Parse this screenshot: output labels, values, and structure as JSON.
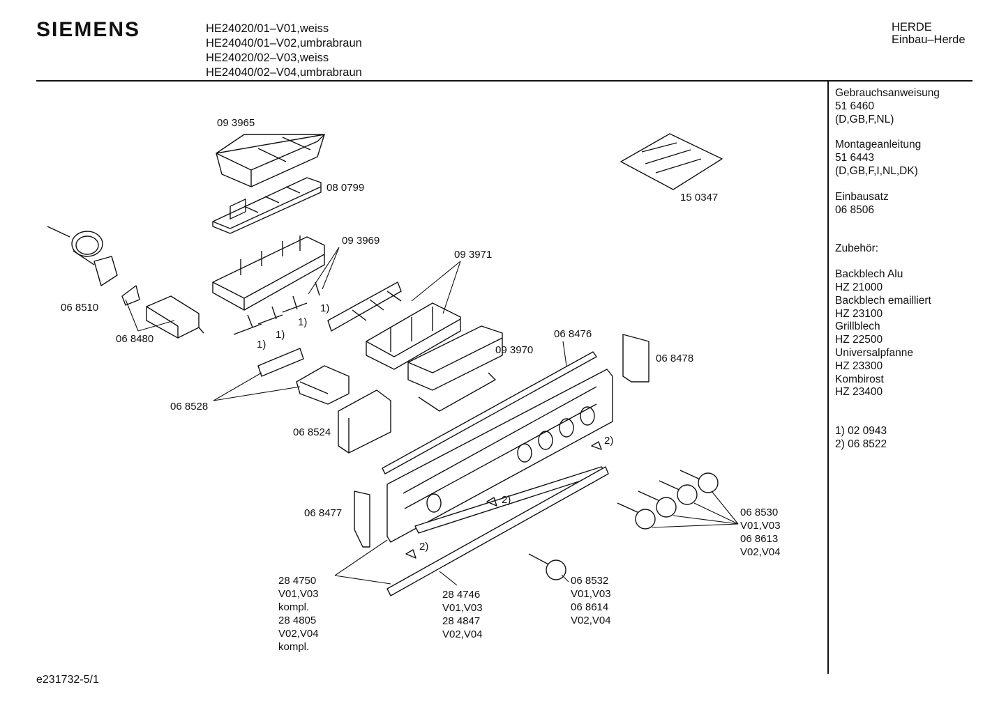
{
  "header": {
    "brand": "SIEMENS",
    "models": [
      "HE24020/01–V01,weiss",
      "HE24040/01–V02,umbrabraun",
      "HE24020/02–V03,weiss",
      "HE24040/02–V04,umbrabraun"
    ],
    "category_line1": "HERDE",
    "category_line2": "Einbau–Herde"
  },
  "sidebar": {
    "manual_title": "Gebrauchsanweisung",
    "manual_number": "51 6460",
    "manual_langs": "(D,GB,F,NL)",
    "mounting_title": "Montageanleitung",
    "mounting_number": "51 6443",
    "mounting_langs": "(D,GB,F,I,NL,DK)",
    "kit_title": "Einbausatz",
    "kit_number": "06 8506",
    "accessories_title": "Zubehör:",
    "accessories": [
      "Backblech Alu",
      "HZ 21000",
      "Backblech emailliert",
      "HZ 23100",
      "Grillblech",
      "HZ 22500",
      "Universalpfanne",
      "HZ 23300",
      "Kombirost",
      "HZ 23400"
    ],
    "footnotes": [
      "1)  02 0943",
      "2)  06 8522"
    ]
  },
  "part_labels": {
    "p093965": "09 3965",
    "p080799": "08 0799",
    "p150347": "15 0347",
    "p093969": "09 3969",
    "p093971": "09 3971",
    "p068510": "06 8510",
    "p068480": "06 8480",
    "p068476": "06 8476",
    "p093970": "09 3970",
    "p068478": "06 8478",
    "p068528": "06 8528",
    "p068524": "06 8524",
    "p068477": "06 8477",
    "knobs_group": [
      "06 8530",
      "V01,V03",
      "06 8613",
      "V02,V04"
    ],
    "single_knob": [
      "06 8532",
      "V01,V03",
      "06 8614",
      "V02,V04"
    ],
    "panel_strip": [
      "28 4750",
      "V01,V03",
      "kompl.",
      "28 4805",
      "V02,V04",
      "kompl."
    ],
    "bottom_strip": [
      "28 4746",
      "V01,V03",
      "28 4847",
      "V02,V04"
    ],
    "note1": "1)",
    "note2": "2)"
  },
  "footer": {
    "doc_id": "e231732-5/1"
  }
}
